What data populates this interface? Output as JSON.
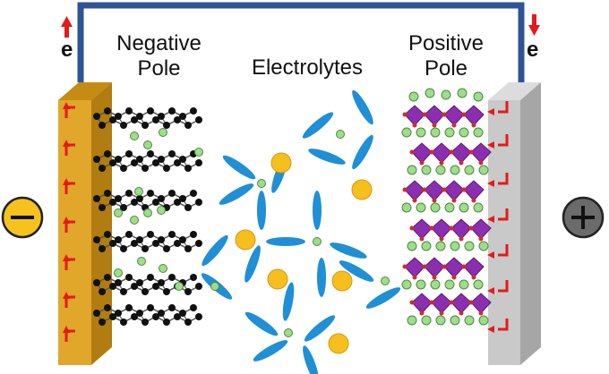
{
  "labels": {
    "negative_line1": "Negative",
    "negative_line2": "Pole",
    "electrolytes": "Electrolytes",
    "positive_line1": "Positive",
    "positive_line2": "Pole",
    "electron_left": "e",
    "electron_right": "e",
    "minus_symbol": "−",
    "plus_symbol": "+"
  },
  "colors": {
    "wire": "#2f5496",
    "negative_plate": "#e0a72a",
    "negative_plate_side": "#c48c14",
    "positive_plate": "#c9c9c9",
    "positive_plate_side": "#a6a6a6",
    "electron_arrow": "#e41a1a",
    "lithium_ion": "#9fdc8c",
    "anion": "#f6bf1e",
    "solvent": "#1f8fd6",
    "graphite_atom": "#111111",
    "oxide_polyhedra": "#8b2fb0",
    "minus_circle": "#f7c21c",
    "plus_circle": "#6b6b6b"
  },
  "icons": {
    "minus": "minus-circle-icon",
    "plus": "plus-circle-icon",
    "electron_flow_left": "arrow-up-icon",
    "electron_flow_right": "arrow-down-icon"
  }
}
